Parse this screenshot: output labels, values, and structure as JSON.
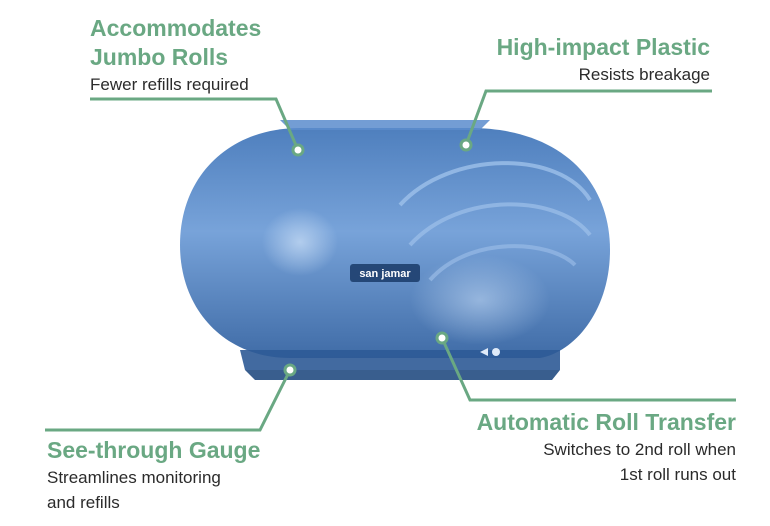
{
  "callouts": [
    {
      "title_lines": [
        "Accommodates",
        "Jumbo Rolls"
      ],
      "desc_lines": [
        "Fewer refills required"
      ]
    },
    {
      "title_lines": [
        "High-impact Plastic"
      ],
      "desc_lines": [
        "Resists breakage"
      ]
    },
    {
      "title_lines": [
        "See-through Gauge"
      ],
      "desc_lines": [
        "Streamlines monitoring",
        "and refills"
      ]
    },
    {
      "title_lines": [
        "Automatic Roll Transfer"
      ],
      "desc_lines": [
        "Switches to 2nd roll when",
        "1st roll runs out"
      ]
    }
  ],
  "brand": {
    "logo_text": "san jamar"
  },
  "colors": {
    "accent": "#6aa883",
    "dispenser": "#4f86c6",
    "text": "#2b2b2b"
  }
}
